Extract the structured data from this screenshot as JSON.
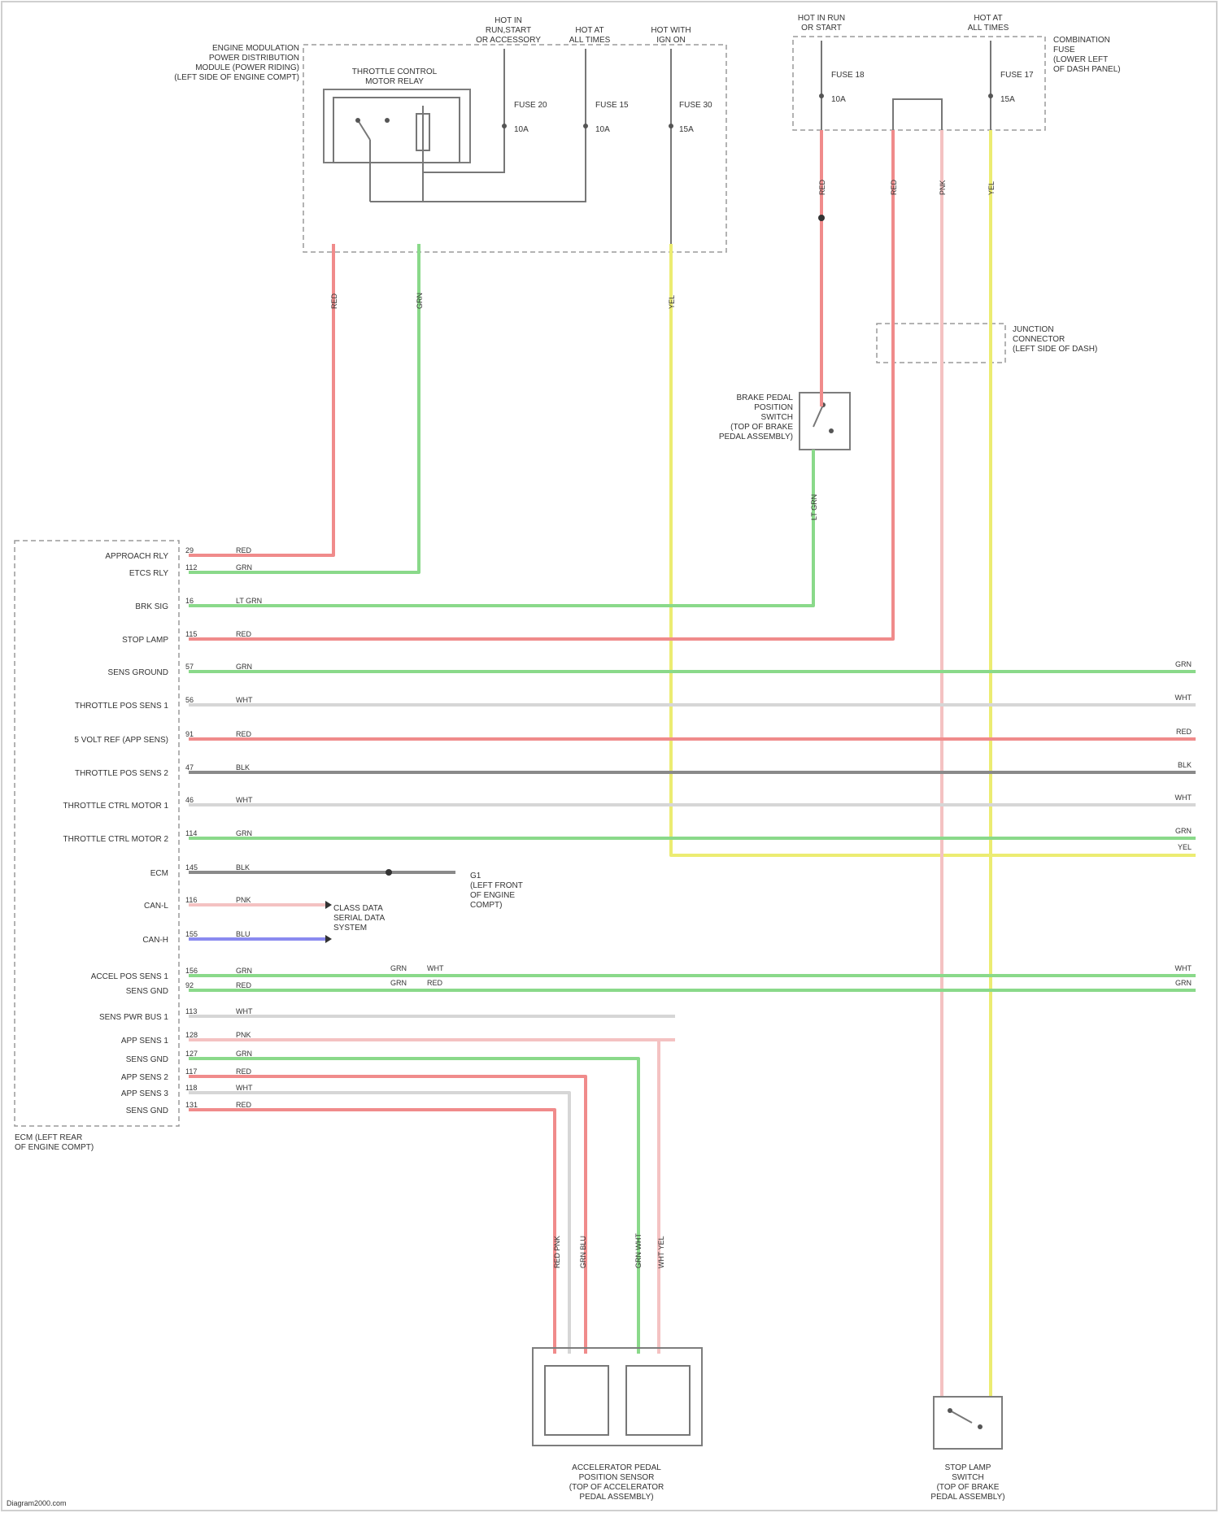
{
  "diagram": {
    "throttle_control_relay": {
      "location_label": [
        "ENGINE MODULATION",
        "POWER DISTRIBUTION",
        "MODULE (POWER RIDING)",
        "(LEFT SIDE OF ENGINE COMPT)"
      ],
      "name": [
        "THROTTLE CONTROL",
        "MOTOR RELAY"
      ],
      "fuse_labels": [
        "FUSE 20",
        "10A",
        "FUSE 15",
        "10A",
        "FUSE 30",
        "15A"
      ],
      "top_feeds": [
        [
          "HOT IN",
          "RUN,START",
          "OR ACCESSORY"
        ],
        [
          "HOT AT",
          "ALL TIMES"
        ],
        [
          "HOT WITH",
          "IGN ON"
        ]
      ]
    },
    "fuse_panel": {
      "top_feeds": [
        [
          "HOT IN RUN",
          "OR START"
        ],
        [
          "HOT AT",
          "ALL TIMES"
        ]
      ],
      "location_label": [
        "COMBINATION",
        "FUSE",
        "(LOWER LEFT",
        "OF DASH PANEL)"
      ],
      "fuse_labels": [
        "FUSE 18",
        "10A",
        "FUSE 17",
        "15A"
      ]
    },
    "junction_connector_label": [
      "JUNCTION",
      "CONNECTOR",
      "(LEFT SIDE OF DASH)"
    ],
    "brake_pedal_switch_label": [
      "BRAKE PEDAL",
      "POSITION",
      "SWITCH",
      "(TOP OF BRAKE",
      "PEDAL ASSEMBLY)"
    ],
    "pcm_pins": [
      "APPROACH RLY",
      "ETCS RLY",
      "BRK SIG",
      "STOP LAMP",
      "SENS GROUND",
      "THROTTLE POS SENS 1",
      "5 VOLT REF (APP SENS)",
      "THROTTLE POS SENS 2",
      "THROTTLE CTRL MOTOR 1",
      "THROTTLE CTRL MOTOR 2",
      "ECM",
      "CAN-L",
      "CAN-H",
      "ACCEL POS SENS 1",
      "SENS GND",
      "SENS PWR BUS 1",
      "APP SENS 1",
      "SENS GND",
      "APP SENS 2",
      "APP SENS 3",
      "SENS GND"
    ],
    "pcm_pin_numbers": [
      "29",
      "112",
      "16",
      "115",
      "57",
      "56",
      "91",
      "47",
      "46",
      "114",
      "145",
      "116",
      "155",
      "156",
      "92",
      "113",
      "128",
      "127",
      "117",
      "118",
      "131"
    ],
    "pcm_wire_colors": [
      "RED",
      "GRN",
      "LT GRN",
      "RED",
      "GRN",
      "WHT",
      "RED",
      "BLK",
      "WHT",
      "GRN",
      "BLK",
      "PNK",
      "BLU",
      "GRN",
      "RED",
      "WHT",
      "PNK",
      "GRN",
      "RED",
      "WHT",
      "RED"
    ],
    "pcm_location_label": [
      "ECM (LEFT REAR",
      "OF ENGINE COMPT)"
    ],
    "right_edge_colors": [
      "GRN",
      "WHT",
      "RED",
      "BLK",
      "WHT",
      "GRN",
      "YEL",
      "WHT",
      "GRN"
    ],
    "ground_label": [
      "G1",
      "(LEFT FRONT",
      "OF ENGINE",
      "COMPT)"
    ],
    "can_label": [
      "CLASS DATA",
      "SERIAL DATA",
      "SYSTEM"
    ],
    "mid_splice_colors": [
      "GRN",
      "WHT",
      "GRN",
      "RED"
    ],
    "secondary_cols": [
      "RED PNK",
      "GRN BLU",
      "GRN WHT",
      "WHT YEL"
    ],
    "riser_colors": {
      "red": "RED",
      "green": "GRN",
      "yellow": "YEL",
      "fuse_red": "RED",
      "fuse_red2": "RED",
      "fuse_pink": "PNK",
      "fuse_yellow": "YEL",
      "brake_green": "LT GRN"
    },
    "app_sensor_label": [
      "ACCELERATOR PEDAL",
      "POSITION SENSOR",
      "(TOP OF ACCELERATOR",
      "PEDAL ASSEMBLY)"
    ],
    "stop_lamp_switch_label": [
      "STOP LAMP",
      "SWITCH",
      "(TOP OF BRAKE",
      "PEDAL ASSEMBLY)"
    ],
    "footer": "Diagram2000.com"
  },
  "colors": {
    "red": "#f08b8b",
    "green": "#8ad98a",
    "yellow": "#ecec72",
    "pink": "#f4c2c2",
    "blue": "#8a8af0",
    "black": "#8a8a8a",
    "white": "#d6d6d6"
  }
}
